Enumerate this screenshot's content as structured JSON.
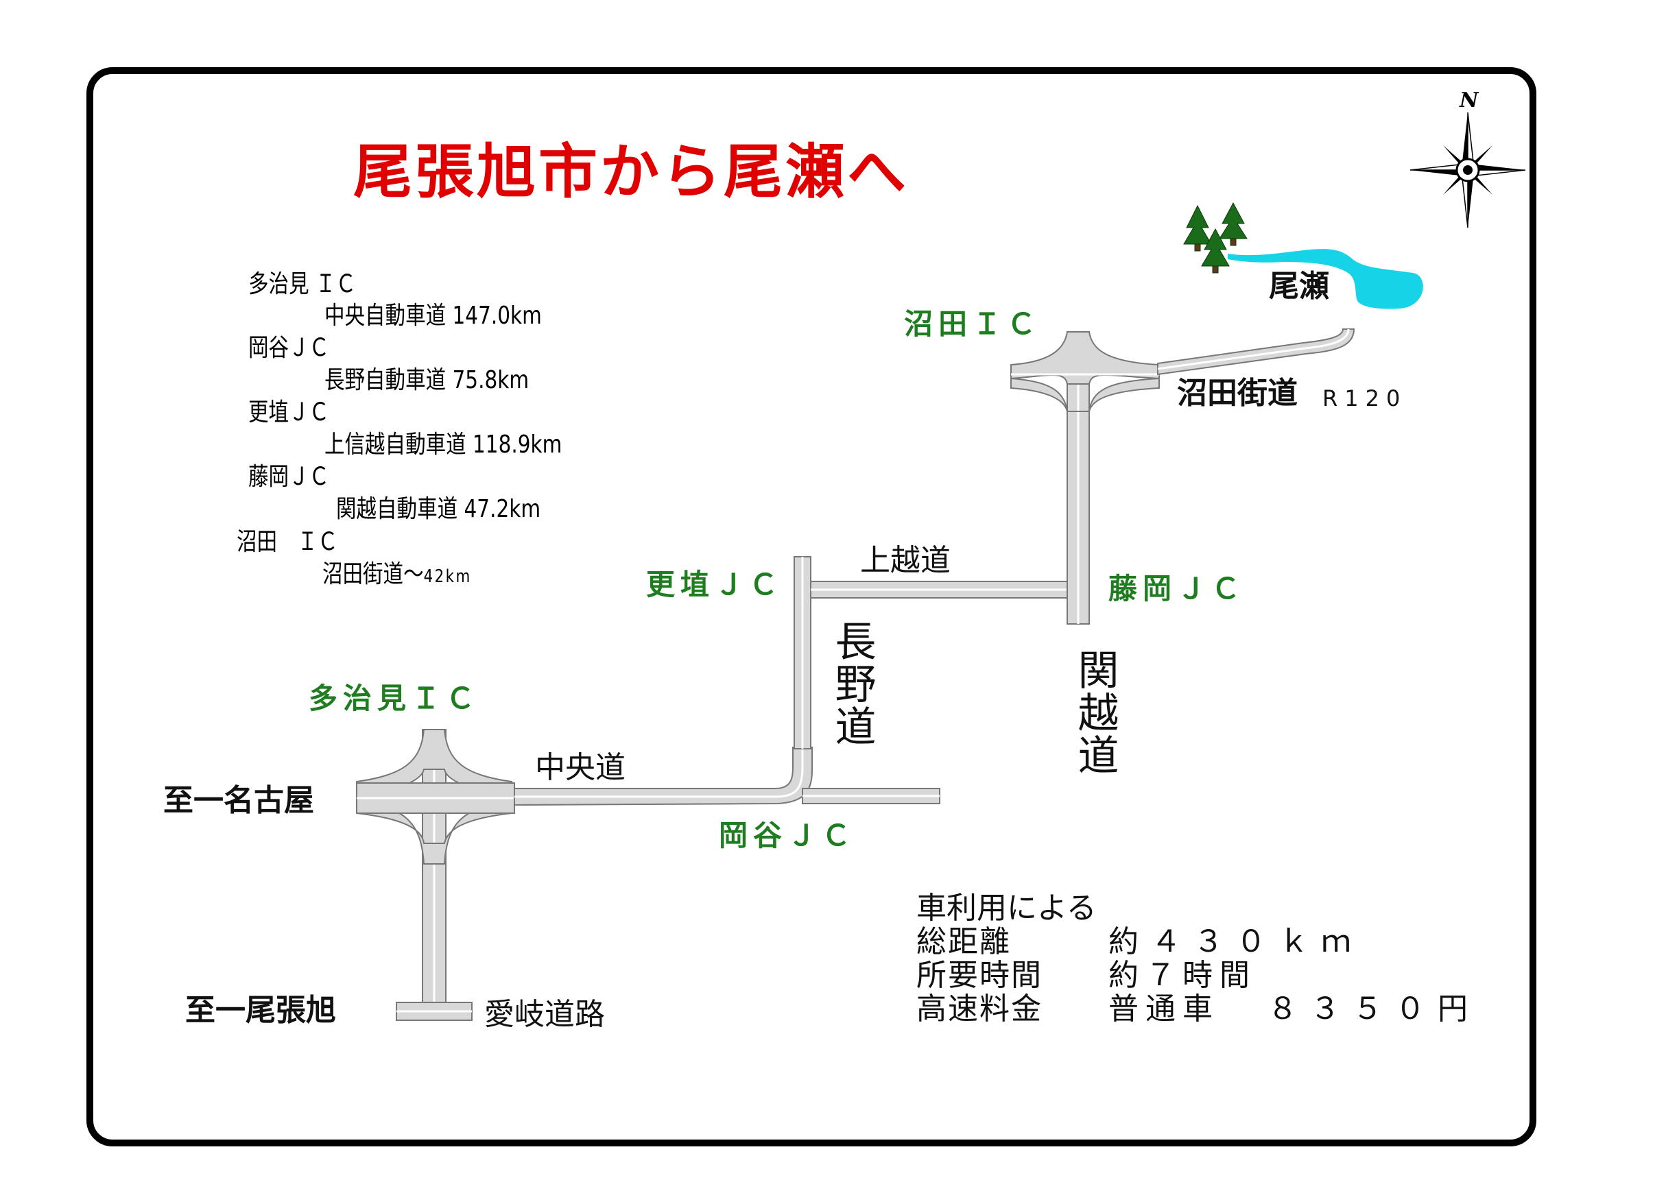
{
  "title": "尾張旭市から尾瀬へ",
  "route_list": [
    {
      "label": "多治見 ＩＣ"
    },
    {
      "label": "中央自動車道 147.0km"
    },
    {
      "label": "岡谷ＪＣ"
    },
    {
      "label": "長野自動車道 75.8km"
    },
    {
      "label": "更埴ＪＣ"
    },
    {
      "label": "上信越自動車道 118.9km"
    },
    {
      "label": "藤岡ＪＣ"
    },
    {
      "label": "関越自動車道 47.2km"
    },
    {
      "label": "沼田　ＩＣ"
    },
    {
      "label": "沼田街道～",
      "small": "42km"
    }
  ],
  "junctions": {
    "tajimi_ic": "多治見ＩＣ",
    "okaya_jc": "岡谷ＪＣ",
    "koshoku_jc": "更埴ＪＣ",
    "fujioka_jc": "藤岡ＪＣ",
    "numata_ic": "沼田ＩＣ"
  },
  "roads": {
    "chuo": "中央道",
    "joetsu": "上越道",
    "nagano": "長野道",
    "kanetsu": "関越道",
    "numata_kaido": "沼田街道",
    "route_number": "R120",
    "aigi": "愛岐道路"
  },
  "places": {
    "to_nagoya": "至一名古屋",
    "to_owariasahi": "至一尾張旭",
    "oze": "尾瀬"
  },
  "compass": {
    "north_label": "N"
  },
  "summary": {
    "heading": "車利用による",
    "distance_label": "総距離",
    "distance_value": "約４３０ｋｍ",
    "time_label": "所要時間",
    "time_value": "約７時間",
    "toll_label": "高速料金",
    "toll_vehicle": "普通車",
    "toll_value": "８３５０円"
  },
  "colors": {
    "title": "#e10000",
    "junction_label": "#1e7d1e",
    "water": "#17d3e8",
    "trees": "#1a6b1a",
    "road": "#d8d8d8"
  }
}
